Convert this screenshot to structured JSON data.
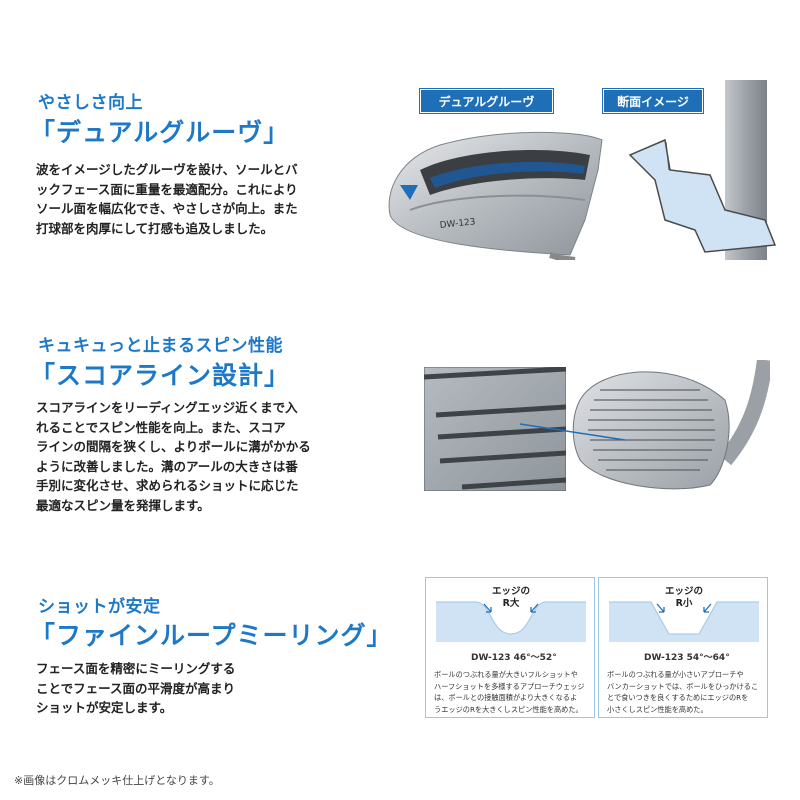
{
  "section1": {
    "subtitle": "やさしさ向上",
    "title": "「デュアルグルーヴ」",
    "body": [
      "波をイメージしたグルーヴを設け、ソールとバ",
      "ックフェース面に重量を最適配分。これにより",
      "ソール面を幅広化でき、やさしさが向上。また",
      "打球部を肉厚にして打感も追及しました。"
    ],
    "label_groove": "デュアルグルーヴ",
    "label_section": "断面イメージ",
    "club_text": "DW-123"
  },
  "section2": {
    "subtitle": "キュキュっと止まるスピン性能",
    "title": "「スコアライン設計」",
    "body": [
      "スコアラインをリーディングエッジ近くまで入",
      "れることでスピン性能を向上。また、スコア",
      "ラインの間隔を狭くし、よりボールに溝がかかる",
      "ように改善しました。溝のアールの大きさは番",
      "手別に変化させ、求められるショットに応じた",
      "最適なスピン量を発揮します。"
    ]
  },
  "section3": {
    "subtitle": "ショットが安定",
    "title": "「ファインループミーリング」",
    "body": [
      "フェース面を精密にミーリングする",
      "ことでフェース面の平滑度が高まり",
      "ショットが安定します。"
    ],
    "panels": [
      {
        "edge_label_1": "エッジの",
        "edge_label_2": "R大",
        "caption": "DW-123 46°～52°",
        "desc": [
          "ボールのつぶれる量が大きいフルショットや",
          "ハーフショットを多様するアプローチウェッジ",
          "は、ボールとの接触面積がより大きくなるよ",
          "うエッジのRを大きくしスピン性能を高めた。"
        ]
      },
      {
        "edge_label_1": "エッジの",
        "edge_label_2": "R小",
        "caption": "DW-123 54°～64°",
        "desc": [
          "ボールのつぶれる量が小さいアプローチや",
          "バンカーショットでは、ボールをひっかけるこ",
          "とで食いつきを良くするためにエッジのRを",
          "小さくしスピン性能を高めた。"
        ]
      }
    ]
  },
  "footnote": "※画像はクロムメッキ仕上げとなります。",
  "colors": {
    "accent": "#1e78c8",
    "label_bg": "#1e6fb8",
    "section_fill": "#cfe3f5"
  }
}
